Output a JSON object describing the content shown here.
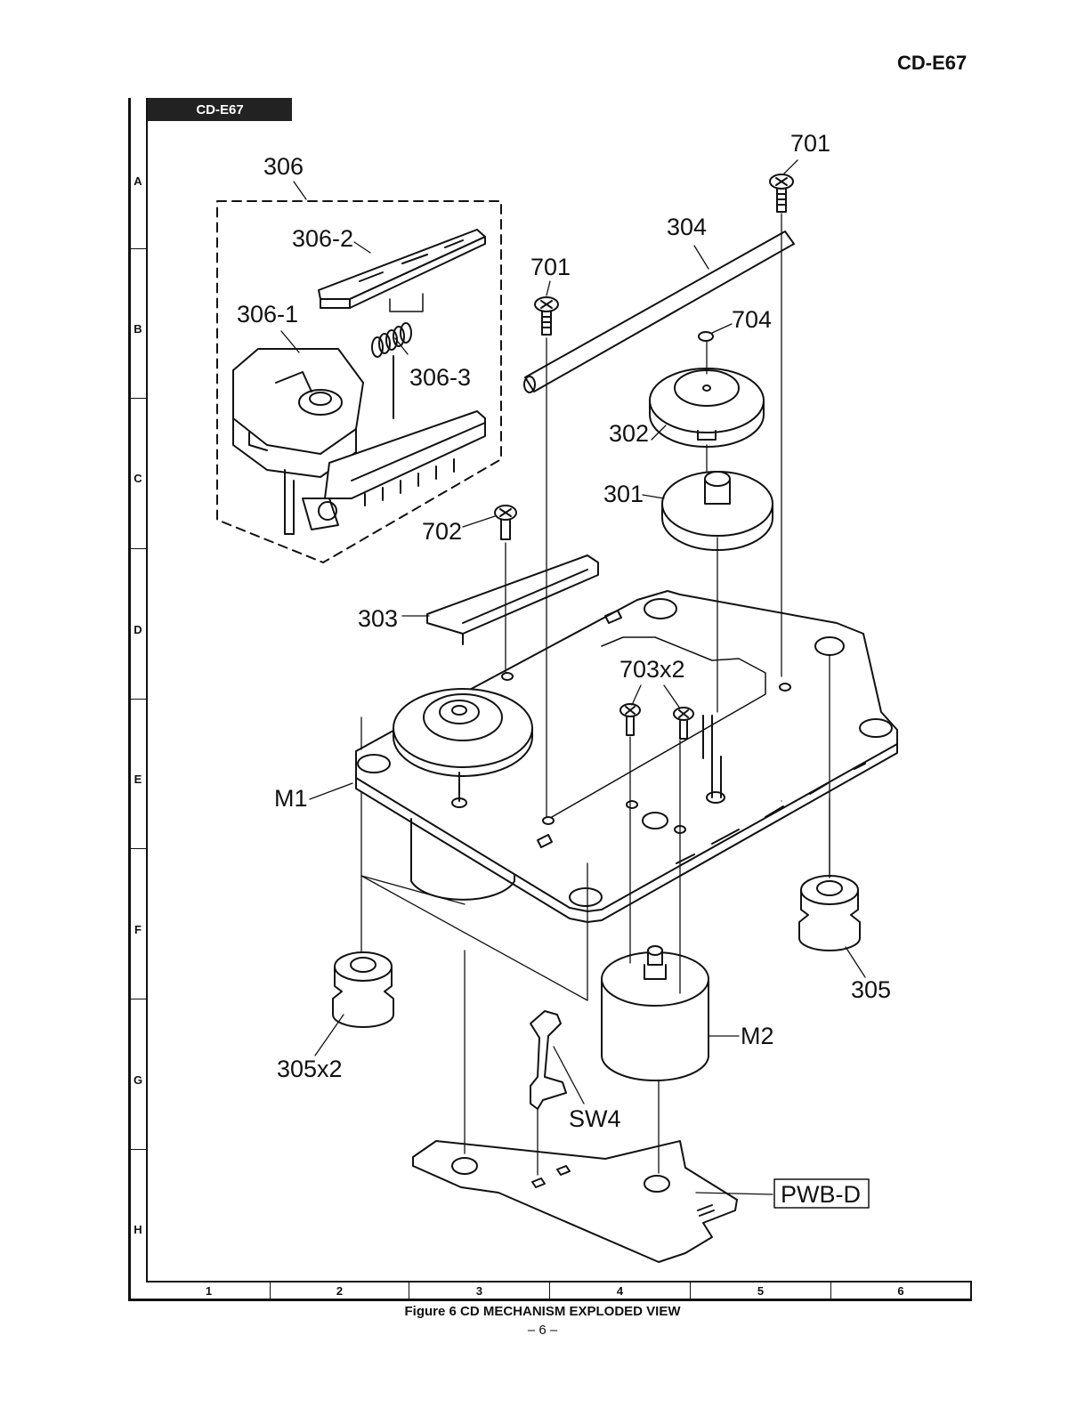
{
  "header": {
    "model": "CD-E67",
    "tab_model": "CD-E67"
  },
  "grid": {
    "rows": [
      "A",
      "B",
      "C",
      "D",
      "E",
      "F",
      "G",
      "H"
    ],
    "columns": [
      "1",
      "2",
      "3",
      "4",
      "5",
      "6"
    ]
  },
  "labels": {
    "l306": "306",
    "l306_2": "306-2",
    "l306_1": "306-1",
    "l306_3": "306-3",
    "l701a": "701",
    "l701b": "701",
    "l304": "304",
    "l704": "704",
    "l302": "302",
    "l301": "301",
    "l702": "702",
    "l303": "303",
    "l703": "703x2",
    "lM1": "M1",
    "l305": "305",
    "l305x2": "305x2",
    "lM2": "M2",
    "lSW4": "SW4",
    "lPWBD": "PWB-D"
  },
  "footer": {
    "caption": "Figure 6 CD MECHANISM EXPLODED VIEW",
    "page": "– 6 –"
  }
}
